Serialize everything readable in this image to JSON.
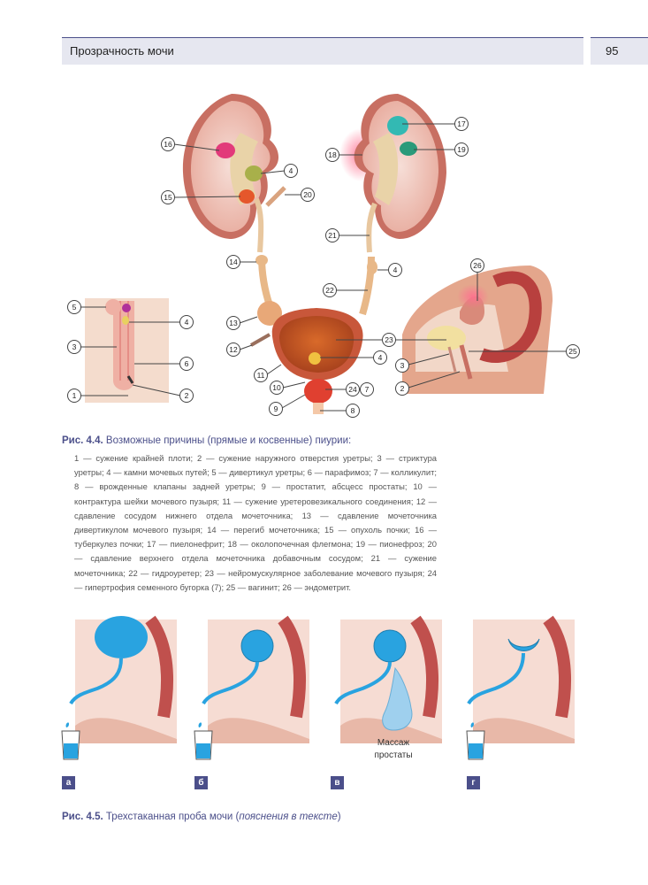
{
  "header": {
    "title": "Прозрачность мочи",
    "page_number": "95"
  },
  "figure1": {
    "caption_label": "Рис. 4.4.",
    "caption_text": "Возможные причины (прямые и косвенные) пиурии:",
    "legend": "1 — сужение крайней плоти; 2 — сужение наружного отверстия уретры; 3 — стриктура уретры; 4 — камни мочевых путей; 5 — дивертикул уретры; 6 — парафимоз; 7 — колликулит; 8 — врожденные клапаны задней уретры; 9 — простатит, абсцесс простаты; 10 — контрактура шейки мочевого пузыря; 11 — сужение уретеровезикального соединения; 12 — сдавление сосудом нижнего отдела мочеточника; 13 — сдавление мочеточника дивертикулом мочевого пузыря; 14 — перегиб мочеточника; 15 — опухоль почки; 16 — туберкулез почки; 17 — пиелонефрит; 18 — околопочечная флегмона; 19 — пионефроз; 20 — сдавление верхнего отдела мочеточника добавочным сосудом; 21 — сужение мочеточника; 22 — гидроуретер; 23 — нейромускулярное заболевание мочевого пузыря; 24 — гипертрофия семенного бугорка (7); 25 — вагинит; 26 — эндометрит.",
    "callouts": {
      "c16": "16",
      "c4a": "4",
      "c15": "15",
      "c20": "20",
      "c17": "17",
      "c18": "18",
      "c19": "19",
      "c21": "21",
      "c5": "5",
      "c4b": "4",
      "c3a": "3",
      "c6": "6",
      "c1": "1",
      "c2a": "2",
      "c14": "14",
      "c13": "13",
      "c12": "12",
      "c11": "11",
      "c10": "10",
      "c9": "9",
      "c4c": "4",
      "c22": "22",
      "c4d": "4",
      "c23": "23",
      "c24": "24",
      "c7": "7",
      "c8": "8",
      "c26": "26",
      "c25": "25",
      "c3b": "3",
      "c2b": "2"
    }
  },
  "figure2": {
    "caption_label": "Рис. 4.5.",
    "caption_text": "Трехстаканная проба мочи (",
    "caption_italic": "пояснения в тексте",
    "caption_end": ")",
    "panels": [
      "а",
      "б",
      "в",
      "г"
    ],
    "massage_line1": "Массаж",
    "massage_line2": "простаты"
  },
  "colors": {
    "accent": "#4b4f8a",
    "header_bg": "#e6e7f0",
    "urine": "#29a3e0",
    "skin": "#f3d2c5",
    "rectum": "#c0504d"
  }
}
